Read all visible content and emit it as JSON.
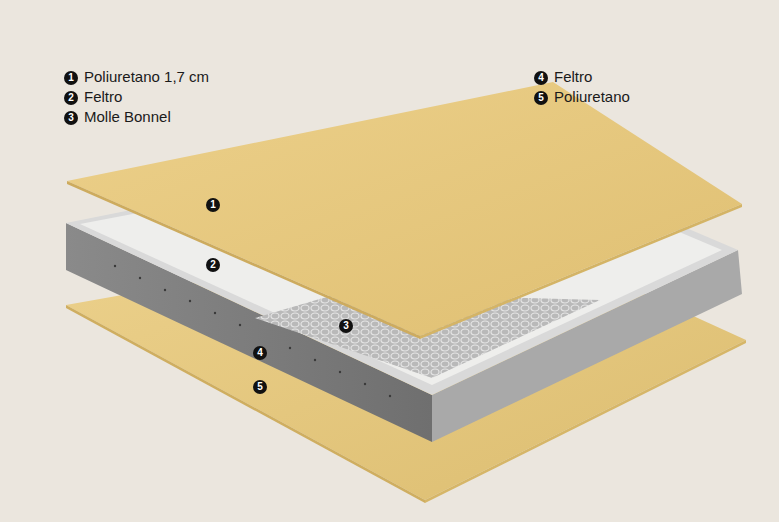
{
  "diagram": {
    "labels": [
      "1",
      "Poliuretano 1,7 cm",
      "2",
      "Feltro",
      "3",
      "Molle Bonnel",
      "4",
      "Feltro",
      "5",
      "Poliuretano",
      "1",
      "2",
      "3",
      "4",
      "5"
    ]
  }
}
